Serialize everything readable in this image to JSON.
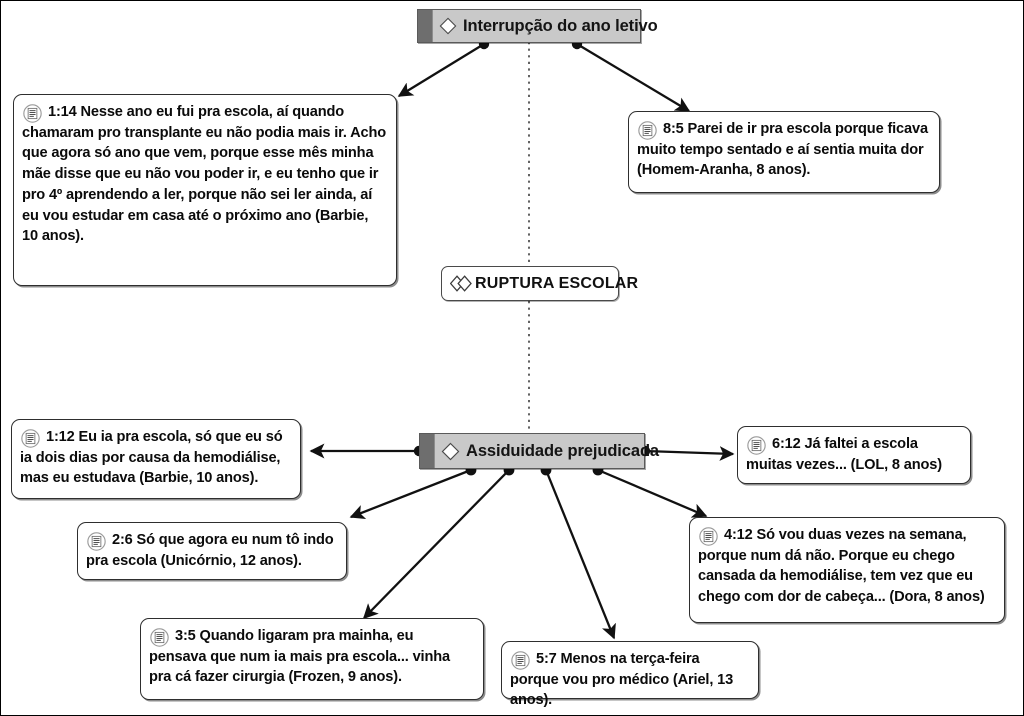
{
  "diagram": {
    "title": "RUPTURA ESCOLAR",
    "type": "network-concept-map",
    "language": "pt-BR",
    "colors": {
      "node_fill": "#c9c9c9",
      "node_tab": "#6e6e6e",
      "node_border": "#5a5a5a",
      "quote_border": "#2e2e2e",
      "quote_fill": "#ffffff",
      "link": "#111111",
      "canvas": "#ffffff"
    }
  },
  "nodes": {
    "interrupcao": {
      "label": "Interrupção do ano letivo",
      "icon": "diamond-icon",
      "kind": "code"
    },
    "ruptura": {
      "label": "RUPTURA ESCOLAR",
      "icon": "double-diamond-icon",
      "kind": "group"
    },
    "assiduidade": {
      "label": "Assiduidade prejudicada",
      "icon": "diamond-icon",
      "kind": "code"
    }
  },
  "quotes": [
    {
      "id": "q1-14",
      "ref": "1:14",
      "text": "1:14 Nesse ano eu fui pra escola, aí quando chamaram pro transplante eu não podia mais ir. Acho que agora só ano que vem,  porque esse mês minha mãe disse que eu não vou poder ir, e eu tenho que ir pro 4º aprendendo a ler, porque não sei ler ainda, aí eu vou  estudar em casa até o próximo ano (Barbie, 10 anos).",
      "icon": "note-icon",
      "source": "Barbie, 10 anos"
    },
    {
      "id": "q8-5",
      "ref": "8:5",
      "text": "8:5 Parei de ir pra escola porque ficava muito tempo sentado e aí sentia muita dor (Homem-Aranha, 8 anos).",
      "icon": "note-icon",
      "source": "Homem-Aranha, 8 anos"
    },
    {
      "id": "q1-12",
      "ref": "1:12",
      "text": "1:12 Eu ia pra escola, só que eu só ia dois dias por causa da hemodiálise, mas eu estudava (Barbie, 10 anos).",
      "icon": "note-icon",
      "source": "Barbie, 10 anos"
    },
    {
      "id": "q6-12",
      "ref": "6:12",
      "text": "6:12 Já faltei a escola muitas vezes... (LOL, 8 anos)",
      "icon": "note-icon",
      "source": "LOL, 8 anos"
    },
    {
      "id": "q2-6",
      "ref": "2:6",
      "text": "2:6 Só que agora eu num tô indo pra escola (Unicórnio, 12 anos).",
      "icon": "note-icon",
      "source": "Unicórnio, 12 anos"
    },
    {
      "id": "q4-12",
      "ref": "4:12",
      "text": "4:12 Só vou duas vezes na semana, porque num dá não. Porque eu chego cansada da hemodiálise, tem vez que eu chego com dor de cabeça... (Dora, 8 anos)",
      "icon": "note-icon",
      "source": "Dora, 8 anos"
    },
    {
      "id": "q3-5",
      "ref": "3:5",
      "text": "3:5 Quando ligaram pra mainha, eu pensava que num ia mais pra escola... vinha pra cá fazer cirurgia (Frozen, 9 anos).",
      "icon": "note-icon",
      "source": "Frozen, 9 anos"
    },
    {
      "id": "q5-7",
      "ref": "5:7",
      "text": "5:7 Menos na terça-feira porque vou pro médico (Ariel, 13 anos).",
      "icon": "note-icon",
      "source": "Ariel, 13 anos"
    }
  ],
  "links": [
    {
      "from": "interrupcao",
      "to": "q1-14",
      "style": "solid-arrow"
    },
    {
      "from": "interrupcao",
      "to": "q8-5",
      "style": "solid-arrow"
    },
    {
      "from": "interrupcao",
      "to": "ruptura",
      "style": "dotted"
    },
    {
      "from": "ruptura",
      "to": "assiduidade",
      "style": "dotted"
    },
    {
      "from": "assiduidade",
      "to": "q1-12",
      "style": "solid-arrow"
    },
    {
      "from": "assiduidade",
      "to": "q6-12",
      "style": "solid-arrow"
    },
    {
      "from": "assiduidade",
      "to": "q2-6",
      "style": "solid-arrow"
    },
    {
      "from": "assiduidade",
      "to": "q3-5",
      "style": "solid-arrow"
    },
    {
      "from": "assiduidade",
      "to": "q5-7",
      "style": "solid-arrow"
    },
    {
      "from": "assiduidade",
      "to": "q4-12",
      "style": "solid-arrow"
    }
  ]
}
